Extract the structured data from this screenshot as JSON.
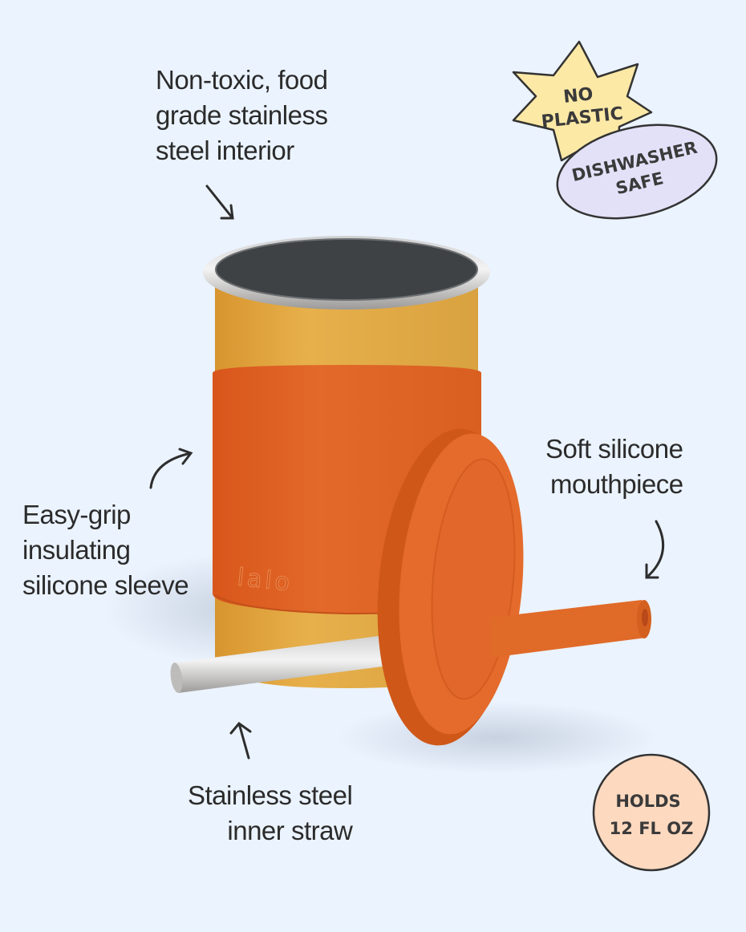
{
  "callouts": {
    "interior": [
      "Non-toxic, food",
      "grade stainless",
      "steel interior"
    ],
    "sleeve": [
      "Easy-grip",
      "insulating",
      "silicone sleeve"
    ],
    "mouthpiece": [
      "Soft silicone",
      "mouthpiece"
    ],
    "straw": [
      "Stainless steel",
      "inner straw"
    ]
  },
  "badges": {
    "no_plastic": [
      "NO",
      "PLASTIC"
    ],
    "dishwasher": [
      "DISHWASHER",
      "SAFE"
    ],
    "capacity": [
      "HOLDS",
      "12 FL OZ"
    ]
  },
  "brand": "lalo",
  "colors": {
    "background": "#ebf3fe",
    "cup_yellow": "#e3aa45",
    "sleeve_orange": "#de6424",
    "star": "#fde9a6",
    "oval": "#e3e1f8",
    "circle": "#fdd9bf"
  }
}
